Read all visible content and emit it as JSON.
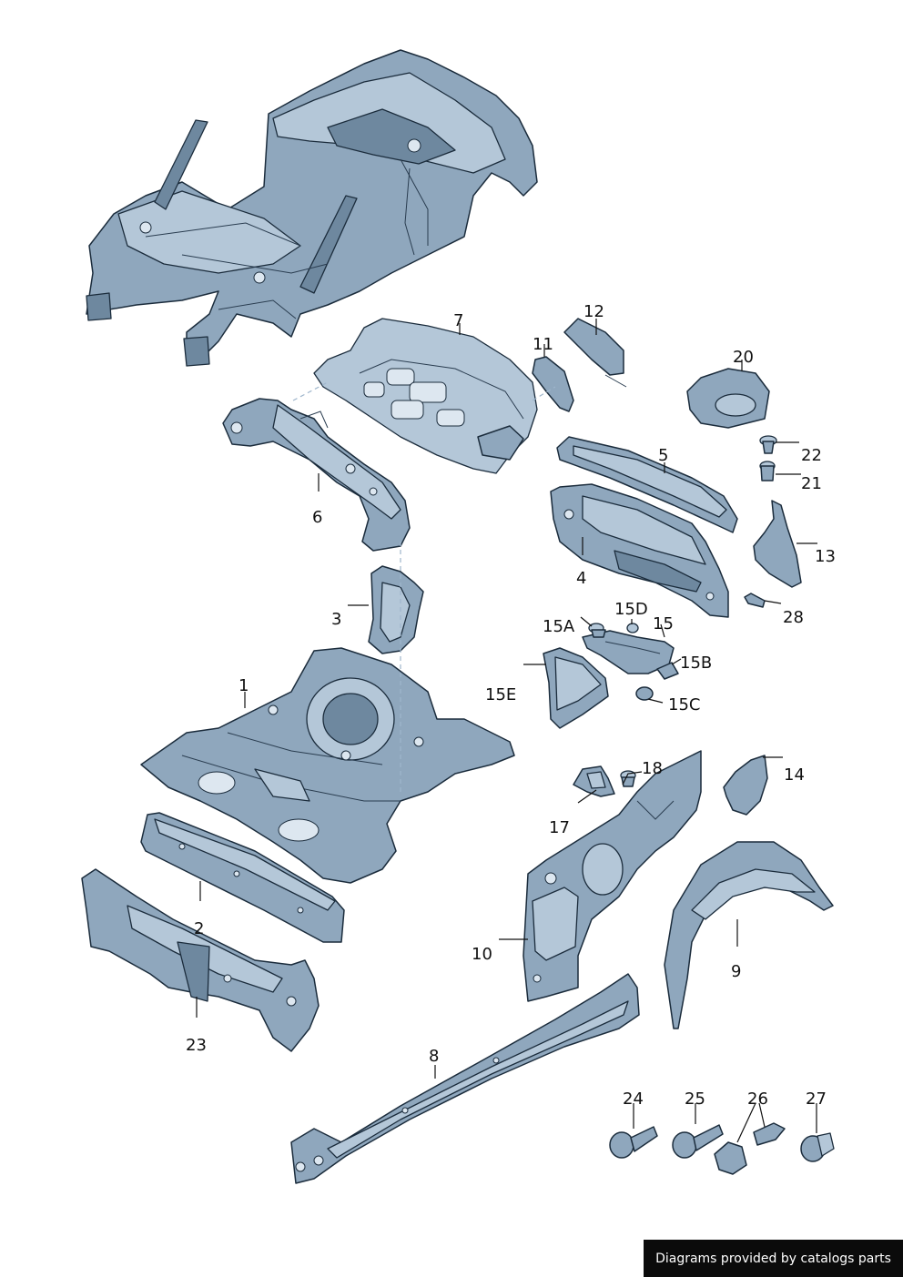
{
  "diagram": {
    "callouts": [
      {
        "id": "1",
        "label": "1"
      },
      {
        "id": "2",
        "label": "2"
      },
      {
        "id": "3",
        "label": "3"
      },
      {
        "id": "4",
        "label": "4"
      },
      {
        "id": "5",
        "label": "5"
      },
      {
        "id": "6",
        "label": "6"
      },
      {
        "id": "7",
        "label": "7"
      },
      {
        "id": "8",
        "label": "8"
      },
      {
        "id": "9",
        "label": "9"
      },
      {
        "id": "10",
        "label": "10"
      },
      {
        "id": "11",
        "label": "11"
      },
      {
        "id": "12",
        "label": "12"
      },
      {
        "id": "13",
        "label": "13"
      },
      {
        "id": "14",
        "label": "14"
      },
      {
        "id": "15",
        "label": "15"
      },
      {
        "id": "15A",
        "label": "15A"
      },
      {
        "id": "15B",
        "label": "15B"
      },
      {
        "id": "15C",
        "label": "15C"
      },
      {
        "id": "15D",
        "label": "15D"
      },
      {
        "id": "15E",
        "label": "15E"
      },
      {
        "id": "17",
        "label": "17"
      },
      {
        "id": "18",
        "label": "18"
      },
      {
        "id": "20",
        "label": "20"
      },
      {
        "id": "21",
        "label": "21"
      },
      {
        "id": "22",
        "label": "22"
      },
      {
        "id": "23",
        "label": "23"
      },
      {
        "id": "24",
        "label": "24"
      },
      {
        "id": "25",
        "label": "25"
      },
      {
        "id": "26",
        "label": "26"
      },
      {
        "id": "27",
        "label": "27"
      },
      {
        "id": "28",
        "label": "28"
      }
    ]
  },
  "watermark": {
    "text": "Diagrams provided by catalogs parts"
  },
  "colors": {
    "part_fill": "#8fa7bd",
    "part_outline": "#1b2c3c",
    "watermark_bg": "#0b0b0b"
  }
}
